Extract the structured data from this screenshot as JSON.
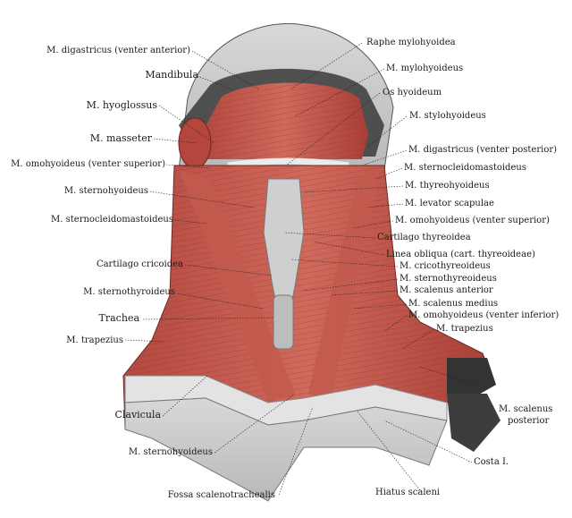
{
  "labels_left": [
    {
      "id": "digastricus-ant",
      "text": "M. digastricus (venter anterior)"
    },
    {
      "id": "mandibula",
      "text": "Mandibula"
    },
    {
      "id": "hyoglossus",
      "text": "M. hyoglossus"
    },
    {
      "id": "masseter",
      "text": "M. masseter"
    },
    {
      "id": "omohyoideus-sup-l",
      "text": "M. omohyoideus (venter superior)"
    },
    {
      "id": "sternohyoideus-l",
      "text": "M. sternohyoideus"
    },
    {
      "id": "sternocleido-l",
      "text": "M. sternocleidomastoideus"
    },
    {
      "id": "cricoidea",
      "text": "Cartilago cricoidea"
    },
    {
      "id": "sternothyroideus-l",
      "text": "M. sternothyroideus"
    },
    {
      "id": "trachea",
      "text": "Trachea"
    },
    {
      "id": "trapezius-l",
      "text": "M. trapezius"
    },
    {
      "id": "clavicula",
      "text": "Clavicula"
    },
    {
      "id": "sternohyoideus-b",
      "text": "M. sternohyoideus"
    },
    {
      "id": "fossa",
      "text": "Fossa scalenotrachealis"
    }
  ],
  "labels_right": [
    {
      "id": "raphe",
      "text": "Raphe mylohyoidea"
    },
    {
      "id": "mylohyoideus",
      "text": "M. mylohyoideus"
    },
    {
      "id": "os-hyoideum",
      "text": "Os hyoideum"
    },
    {
      "id": "stylohyoideus",
      "text": "M. stylohyoideus"
    },
    {
      "id": "digastricus-post",
      "text": "M. digastricus (venter posterior)"
    },
    {
      "id": "sternocleido-r",
      "text": "M. sternocleidomastoideus"
    },
    {
      "id": "thyreohyoideus",
      "text": "M. thyreohyoideus"
    },
    {
      "id": "levator",
      "text": "M. levator scapulae"
    },
    {
      "id": "omohyoideus-sup-r",
      "text": "M. omohyoideus (venter superior)"
    },
    {
      "id": "thyreoidea",
      "text": "Cartilago thyreoidea"
    },
    {
      "id": "linea",
      "text": "Linea obliqua (cart. thyreoideae)"
    },
    {
      "id": "cricothyreoideus",
      "text": "M. cricothyreoideus"
    },
    {
      "id": "sternothyreoideus-r",
      "text": "M. sternothyreoideus"
    },
    {
      "id": "scalenus-ant",
      "text": "M. scalenus anterior"
    },
    {
      "id": "scalenus-med",
      "text": "M. scalenus medius"
    },
    {
      "id": "omohyoideus-inf",
      "text": "M. omohyoideus (venter inferior)"
    },
    {
      "id": "trapezius-r",
      "text": "M. trapezius"
    },
    {
      "id": "scalenus-post-1",
      "text": "M. scalenus"
    },
    {
      "id": "scalenus-post-2",
      "text": "posterior"
    },
    {
      "id": "costa",
      "text": "Costa I."
    },
    {
      "id": "hiatus",
      "text": "Hiatus scaleni"
    }
  ]
}
